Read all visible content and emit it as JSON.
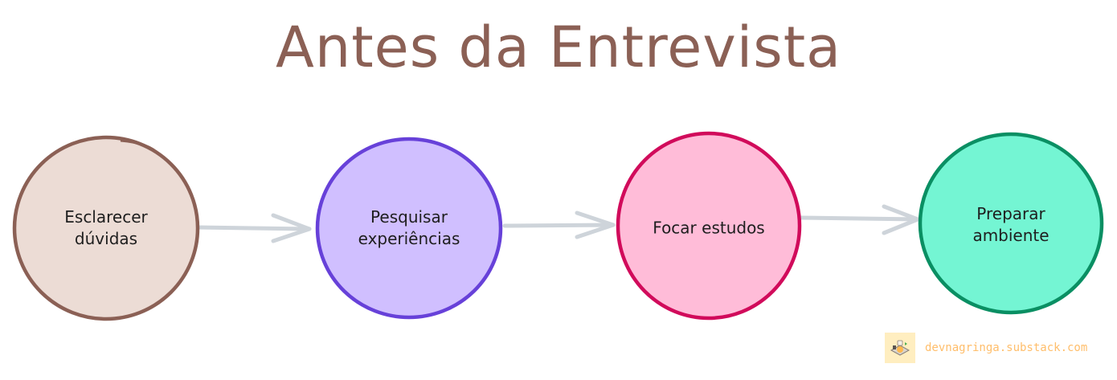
{
  "title": "Antes da Entrevista",
  "nodes": [
    {
      "label": "Esclarecer\ndúvidas",
      "line1": "Esclarecer",
      "line2": "dúvidas",
      "fill": "#ecdcd5",
      "stroke": "#8b6055"
    },
    {
      "label": "Pesquisar\nexperiências",
      "line1": "Pesquisar",
      "line2": "experiências",
      "fill": "#d0bfff",
      "stroke": "#6741d9"
    },
    {
      "label": "Focar estudos",
      "line1": "Focar estudos",
      "line2": "",
      "fill": "#ffbcd8",
      "stroke": "#d10b5b"
    },
    {
      "label": "Preparar\nambiente",
      "line1": "Preparar",
      "line2": "ambiente",
      "fill": "#74f5d3",
      "stroke": "#0a8f63"
    }
  ],
  "arrows": {
    "color": "#ced4da",
    "count": 3
  },
  "watermark": {
    "icon": "food-tray-icon",
    "text": "devnagringa.substack.com"
  }
}
